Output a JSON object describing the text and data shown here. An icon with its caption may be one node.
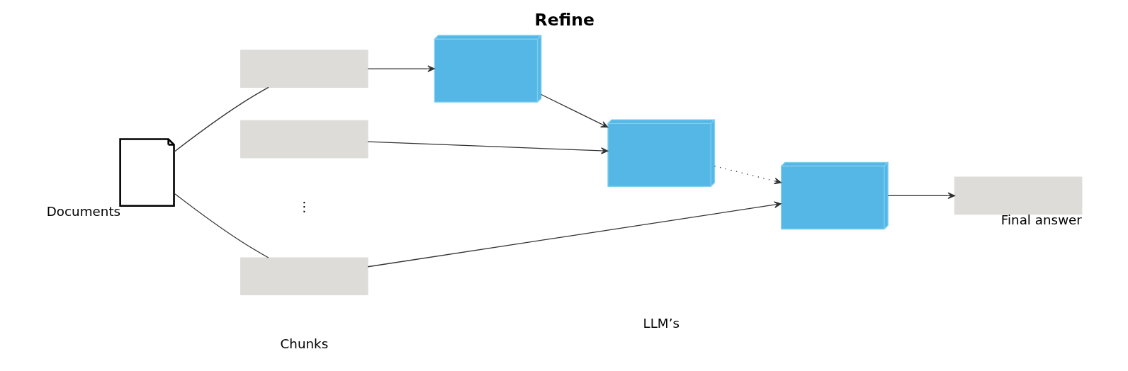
{
  "diagram": {
    "title": "Refine",
    "nodes": [
      {
        "text": [],
        "shape": "document",
        "beside": [
          "Documents"
        ]
      },
      {
        "text": [],
        "shape": "box"
      },
      {
        "text": [],
        "shape": "box"
      },
      {
        "text": [],
        "shape": "box"
      },
      {
        "text": [],
        "shape": "cube"
      },
      {
        "text": [],
        "shape": "cube"
      },
      {
        "text": [],
        "shape": "cube"
      },
      {
        "text": [],
        "shape": "box",
        "beside": [
          "Final answer"
        ]
      }
    ],
    "edges": [
      {
        "from": 0,
        "to": 1,
        "arrow": "none"
      },
      {
        "from": 0,
        "to": 3,
        "arrow": "none"
      },
      {
        "from": 1,
        "to": 4,
        "arrow": "to"
      },
      {
        "from": 4,
        "to": 5,
        "arrow": "to"
      },
      {
        "from": 2,
        "to": 5,
        "arrow": "to"
      },
      {
        "from": 5,
        "to": 6,
        "arrow": "to",
        "style": "dashed"
      },
      {
        "from": 3,
        "to": 6,
        "arrow": "to"
      },
      {
        "from": 6,
        "to": 7,
        "arrow": "to"
      }
    ],
    "labels": [
      "⋮",
      "Chunks",
      "LLM’s"
    ]
  }
}
